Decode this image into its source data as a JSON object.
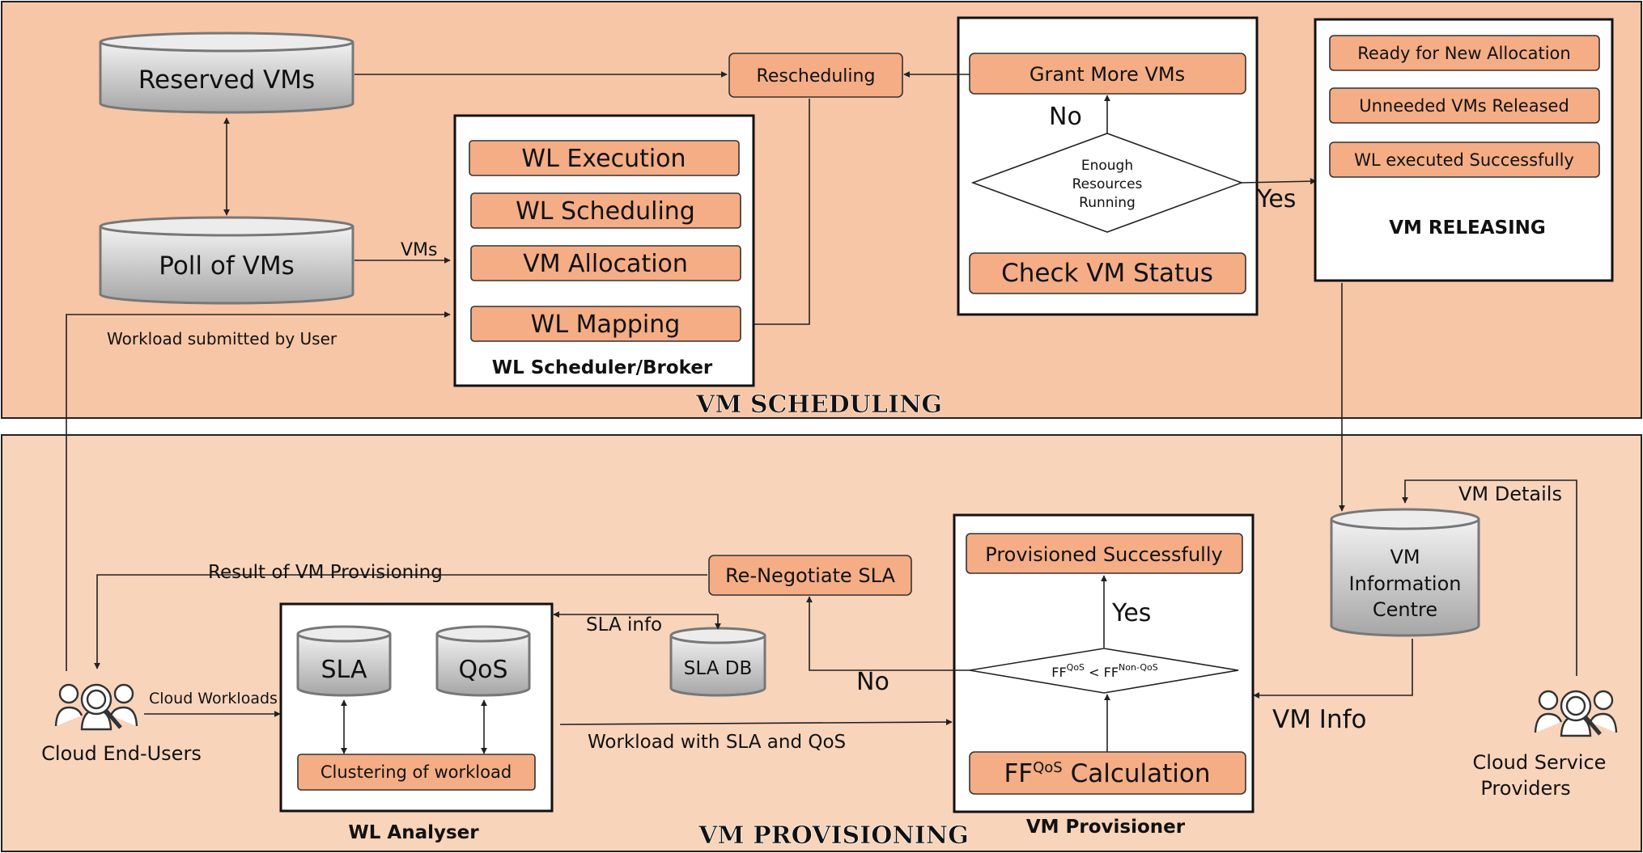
{
  "panels": {
    "scheduling": "VM SCHEDULING",
    "provisioning": "VM PROVISIONING"
  },
  "scheduling": {
    "reserved_vms": "Reserved VMs",
    "pool_of_vms": "Poll of VMs",
    "vms_label": "VMs",
    "workload_submitted": "Workload submitted by User",
    "rescheduling": "Rescheduling",
    "broker": {
      "title": "WL Scheduler/Broker",
      "items": [
        "WL Execution",
        "WL Scheduling",
        "VM Allocation",
        "WL Mapping"
      ]
    },
    "status": {
      "grant_more": "Grant More VMs",
      "no": "No",
      "decision": [
        "Enough",
        "Resources",
        "Running"
      ],
      "check_status": "Check VM Status",
      "yes": "Yes"
    },
    "releasing": {
      "title": "VM RELEASING",
      "items": [
        "Ready for New Allocation",
        "Unneeded VMs Released",
        "WL executed Successfully"
      ]
    }
  },
  "provisioning": {
    "vm_details": "VM Details",
    "vm_info_centre": [
      "VM",
      "Information",
      "Centre"
    ],
    "vm_info": "VM Info",
    "service_providers": [
      "Cloud Service",
      "Providers"
    ],
    "result_label": "Result of VM Provisioning",
    "renegotiate": "Re-Negotiate SLA",
    "sla_info": "SLA info",
    "sla_db": "SLA DB",
    "end_users": "Cloud End-Users",
    "cloud_workloads": "Cloud Workloads",
    "analyser": {
      "title": "WL Analyser",
      "sla": "SLA",
      "qos": "QoS",
      "clustering": "Clustering of workload"
    },
    "workload_sla_qos": "Workload with SLA and QoS",
    "no": "No",
    "provisioner": {
      "title": "VM Provisioner",
      "success": "Provisioned Successfully",
      "yes": "Yes",
      "condition": {
        "left": "FF",
        "left_sup": "QoS",
        "op": " < ",
        "right": "FF",
        "right_sup": "Non-QoS"
      },
      "calc": {
        "base": "FF",
        "sup": "QoS",
        "rest": "  Calculation"
      }
    }
  }
}
